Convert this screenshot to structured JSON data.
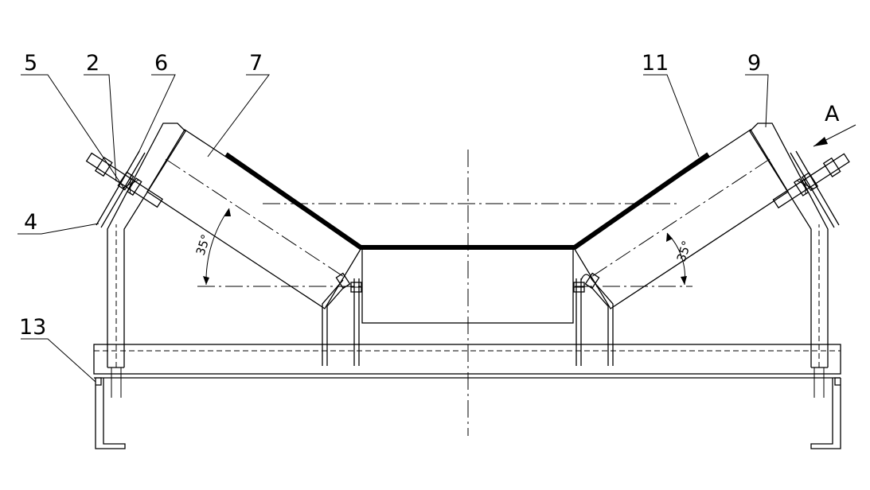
{
  "callouts": {
    "c5": "5",
    "c2": "2",
    "c6": "6",
    "c7": "7",
    "c11": "11",
    "c9": "9",
    "c4": "4",
    "c13": "13",
    "view_a": "A"
  },
  "angles": {
    "left": "35°",
    "right": "35°"
  }
}
